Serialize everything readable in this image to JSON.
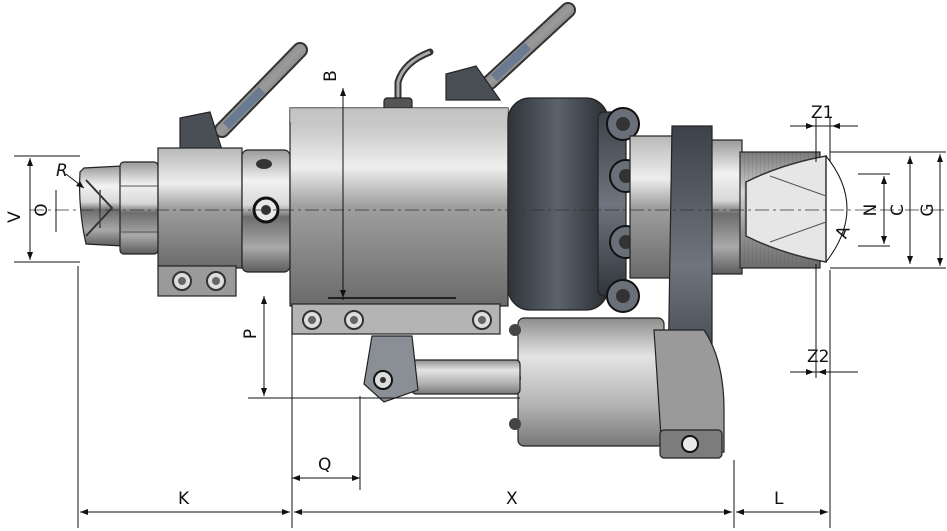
{
  "labels": {
    "V": "V",
    "O": "O",
    "R": "R",
    "B": "B",
    "P": "P",
    "Q": "Q",
    "K": "K",
    "X": "X",
    "L": "L",
    "Z1": "Z1",
    "Z2": "Z2",
    "N": "N",
    "C": "C",
    "G": "G",
    "A": "A"
  }
}
